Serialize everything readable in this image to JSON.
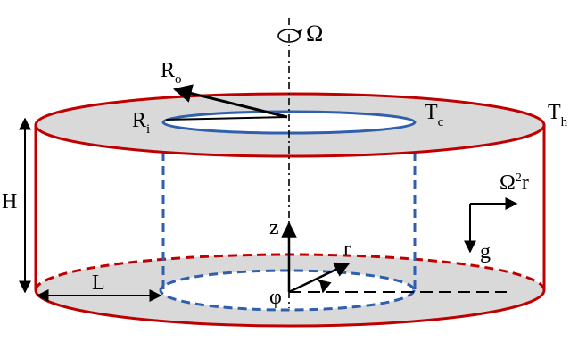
{
  "colors": {
    "outer_cylinder": "#c00000",
    "inner_cylinder": "#2f5fad",
    "annulus_fill": "#d9d9d9",
    "arrows": "#000000"
  },
  "labels": {
    "omega": "Ω",
    "r_o": {
      "main": "R",
      "sub": "o"
    },
    "r_i": {
      "main": "R",
      "sub": "i"
    },
    "t_c": {
      "main": "T",
      "sub": "c"
    },
    "t_h": {
      "main": "T",
      "sub": "h"
    },
    "h": "H",
    "l": "L",
    "centrifugal": {
      "pre": "Ω",
      "sup": "2",
      "post": "r"
    },
    "z": "z",
    "r": "r",
    "g": "g",
    "phi": "φ"
  },
  "icons": {
    "rotation_arrow": "rotation-arrow-icon"
  }
}
